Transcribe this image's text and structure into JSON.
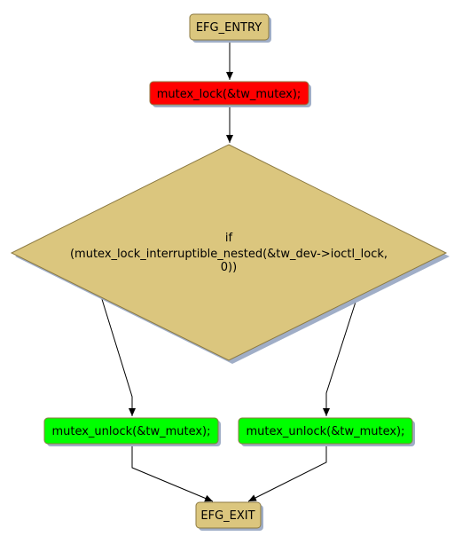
{
  "diagram": {
    "nodes": {
      "entry": {
        "label": "EFG_ENTRY",
        "color": "#dbc67e"
      },
      "lock": {
        "label": "mutex_lock(&tw_mutex);",
        "color": "#ff0000"
      },
      "cond": {
        "lines": [
          "if",
          "(mutex_lock_interruptible_nested(&tw_dev->ioctl_lock,",
          "0))"
        ],
        "color": "#dbc67e"
      },
      "unlock_left": {
        "label": "mutex_unlock(&tw_mutex);",
        "color": "#00ff00"
      },
      "unlock_right": {
        "label": "mutex_unlock(&tw_mutex);",
        "color": "#00ff00"
      },
      "exit": {
        "label": "EFG_EXIT",
        "color": "#dbc67e"
      }
    },
    "shadow_color": "#a0aec7",
    "border_color": "#8c7a42"
  }
}
